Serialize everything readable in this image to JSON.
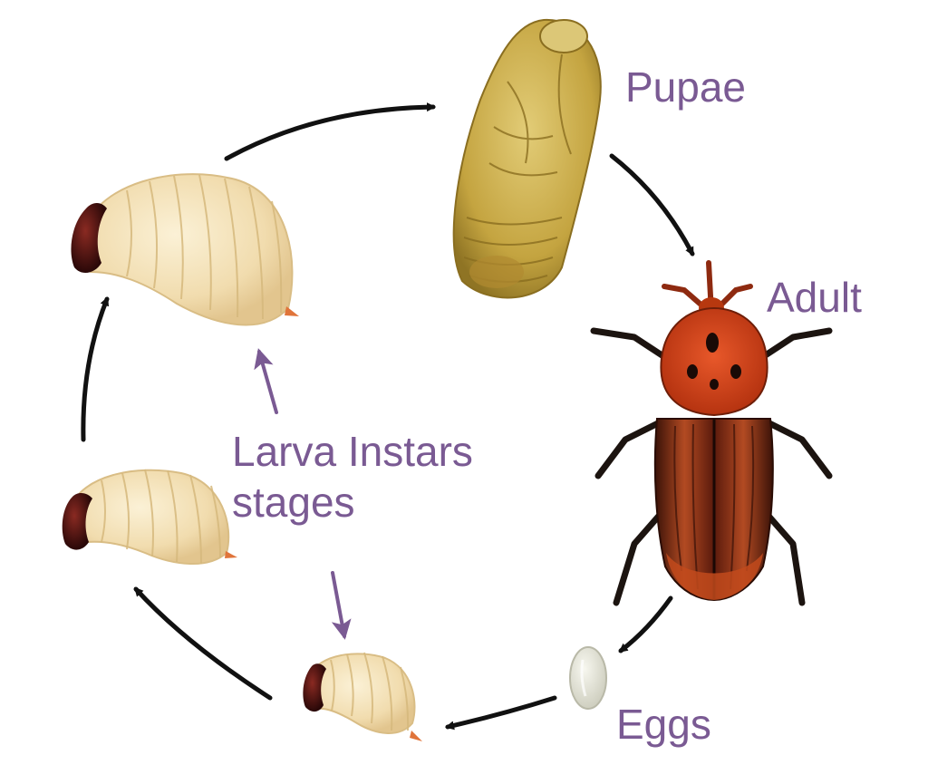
{
  "diagram": {
    "type": "life-cycle",
    "stages": {
      "pupae": {
        "label": "Pupae"
      },
      "adult": {
        "label": "Adult"
      },
      "eggs": {
        "label": "Eggs"
      },
      "larva": {
        "label_line1": "Larva Instars",
        "label_line2": "stages"
      }
    },
    "colors": {
      "label_text": "#7a5a93",
      "cycle_arrow": "#111111",
      "larva_pointer_arrow": "#7a5a93",
      "larva_body": "#f3e1b8",
      "larva_head": "#5a1414",
      "pupa_body": "#c7a844",
      "weevil_pronotum": "#cf3f14",
      "weevil_elytra": "#a8401c",
      "egg": "#e6e6da"
    }
  }
}
